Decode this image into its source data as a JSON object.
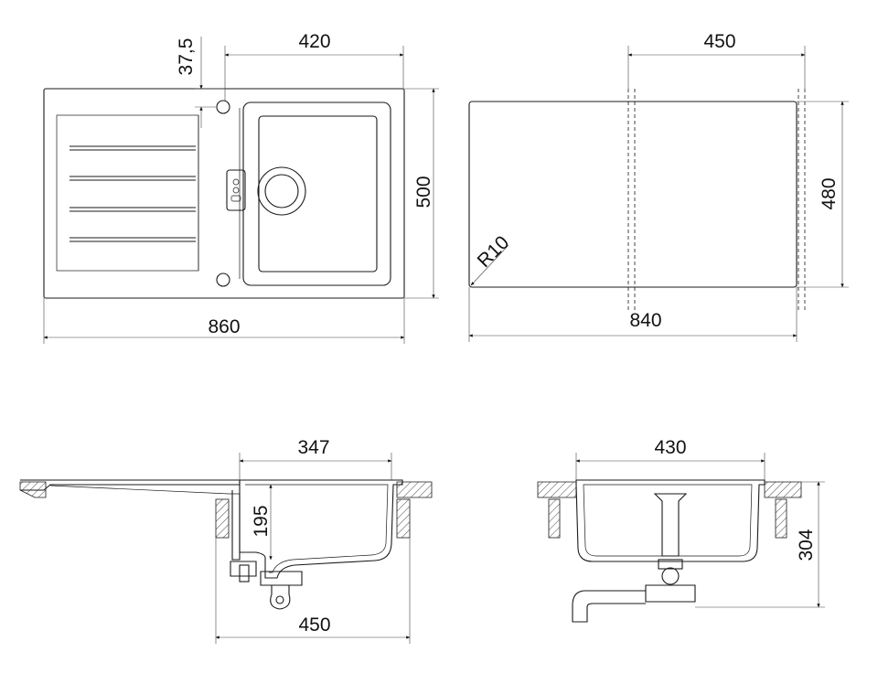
{
  "diagram": {
    "top_view": {
      "overall_width": "860",
      "bowl_width": "420",
      "offset": "37,5",
      "overall_depth": "500"
    },
    "cutout_view": {
      "cutout_width": "840",
      "cutout_depth": "480",
      "bowl_cabinet": "450",
      "corner_radius": "R10"
    },
    "side_section": {
      "bowl_inner_width": "347",
      "bowl_depth": "195",
      "cabinet_width": "450"
    },
    "front_section": {
      "bowl_width": "430",
      "overall_height": "304"
    }
  }
}
